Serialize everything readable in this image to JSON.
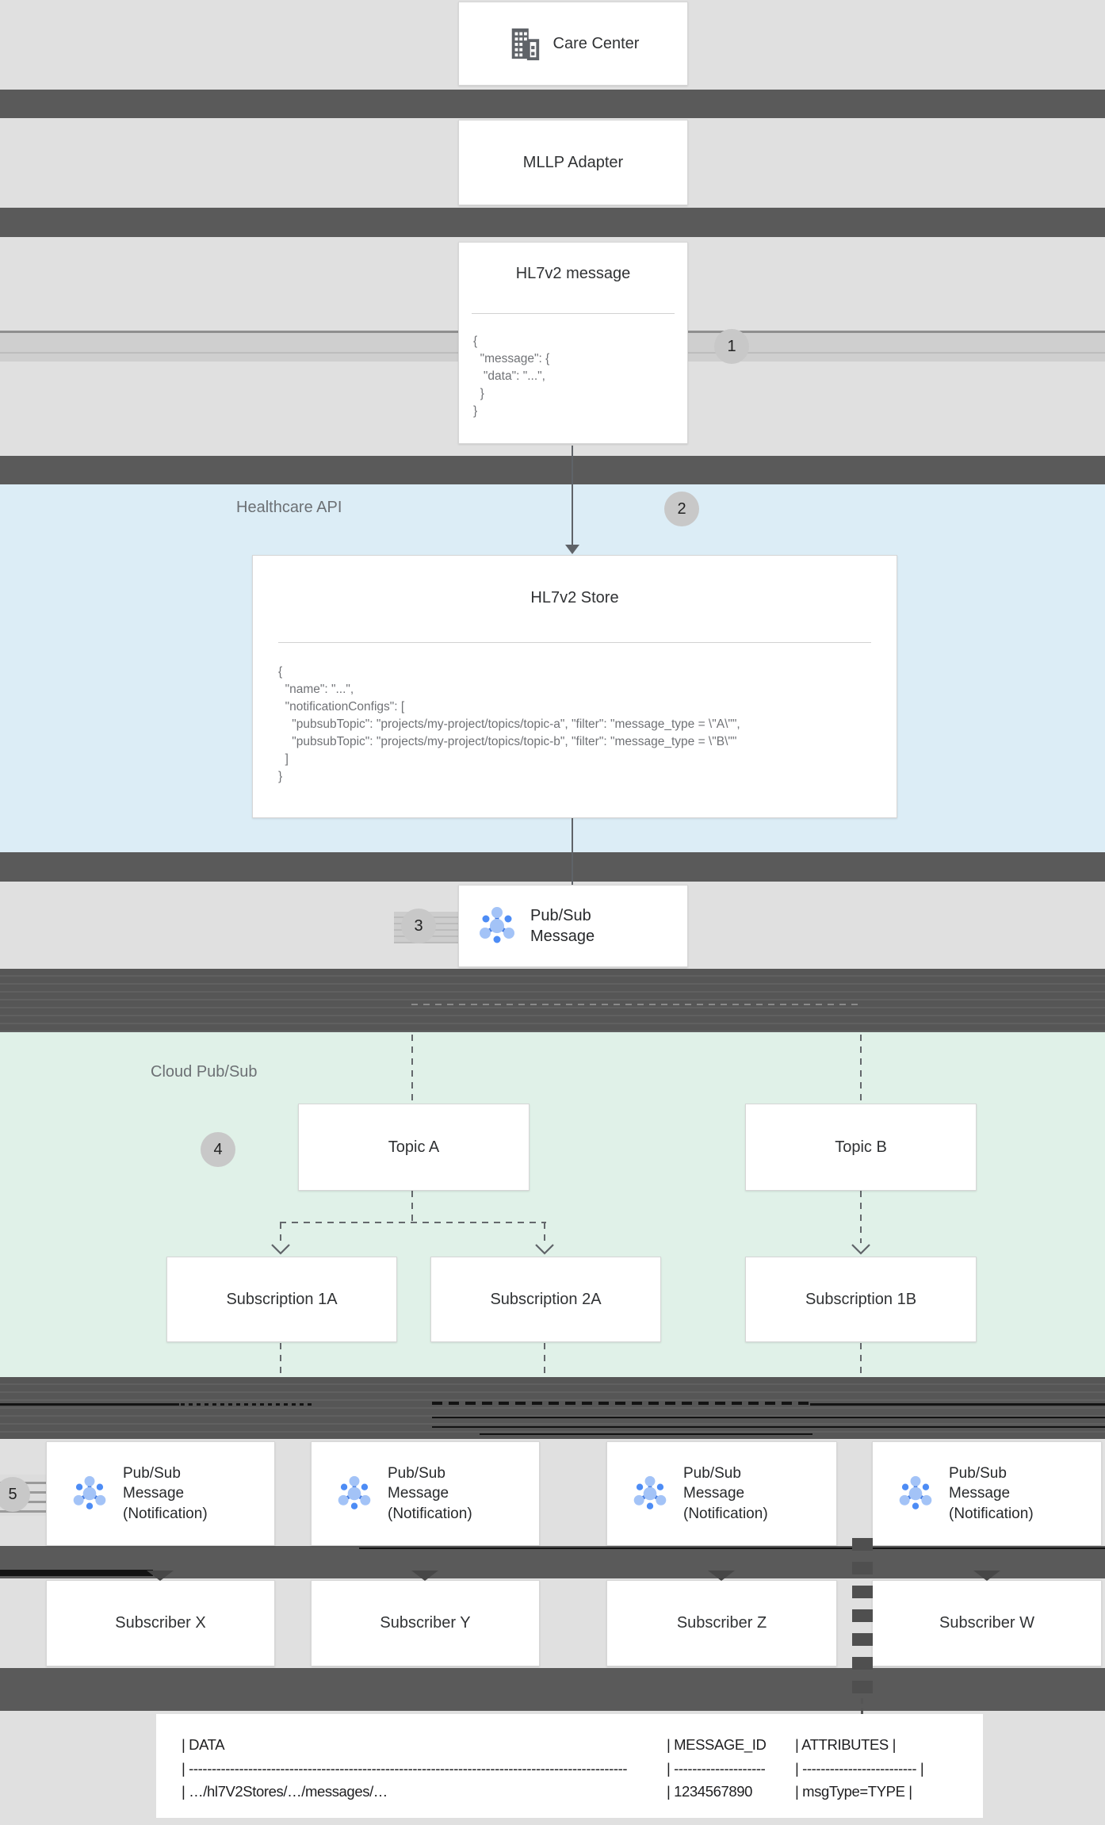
{
  "nodes": {
    "care_center": "Care Center",
    "mllp_adapter": "MLLP Adapter",
    "hl7v2_message": {
      "title": "HL7v2 message",
      "code": "{\n  \"message\": {\n   \"data\": \"...\",\n  }\n}"
    },
    "hl7v2_store": {
      "title": "HL7v2 Store",
      "code": "{\n  \"name\": \"...\",\n  \"notificationConfigs\": [\n    \"pubsubTopic\": \"projects/my-project/topics/topic-a\", \"filter\": \"message_type = \\\"A\\\"\",\n    \"pubsubTopic\": \"projects/my-project/topics/topic-b\", \"filter\": \"message_type = \\\"B\\\"\"\n  ]\n}"
    },
    "pubsub_message": "Pub/Sub\nMessage",
    "pubsub_notification": "Pub/Sub\nMessage\n(Notification)",
    "topic_a": "Topic A",
    "topic_b": "Topic B",
    "subscription_1a": "Subscription 1A",
    "subscription_2a": "Subscription 2A",
    "subscription_1b": "Subscription 1B",
    "subscriber_x": "Subscriber X",
    "subscriber_y": "Subscriber Y",
    "subscriber_z": "Subscriber Z",
    "subscriber_w": "Subscriber W"
  },
  "sections": {
    "healthcare_api": "Healthcare API",
    "cloud_pubsub": "Cloud Pub/Sub"
  },
  "steps": {
    "one": "1",
    "two": "2",
    "three": "3",
    "four": "4",
    "five": "5"
  },
  "message_table": {
    "data": {
      "header": "| DATA",
      "divider": "| ------------------------------------------------------------------------------------------------",
      "value": "| …/hl7V2Stores/…/messages/…"
    },
    "message_id": {
      "header": "| MESSAGE_ID",
      "divider": "| --------------------",
      "value": "| 1234567890"
    },
    "attributes": {
      "header": "| ATTRIBUTES |",
      "divider": "| ------------------------- |",
      "value": "| msgType=TYPE |"
    }
  },
  "colors": {
    "section_blue": "#dcedf6",
    "section_green": "#e0f1e8",
    "band_dark": "#5a5a5a",
    "pubsub_blue_light": "#a3c3f7",
    "pubsub_blue_dark": "#4079e3",
    "icon_gray": "#5f6368"
  }
}
